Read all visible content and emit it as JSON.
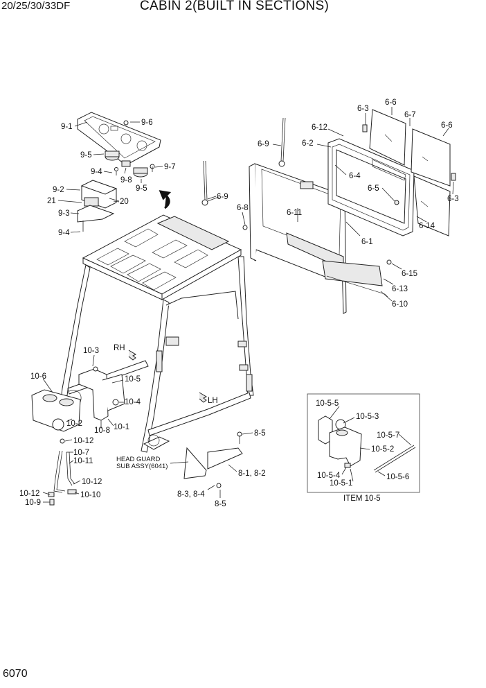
{
  "header": {
    "model": "20/25/30/33DF",
    "title": "CABIN 2(BUILT IN SECTIONS)"
  },
  "page_number": "6070",
  "labels": {
    "p9_1": "9-1",
    "p9_6": "9-6",
    "p9_5a": "9-5",
    "p9_4": "9-4",
    "p9_8": "9-8",
    "p9_7": "9-7",
    "p9_5b": "9-5",
    "p9_2": "9-2",
    "p21": "21",
    "p20": "20",
    "p9_3": "9-3",
    "p9_4b": "9-4",
    "p6_9a": "6-9",
    "p6_9b": "6-9",
    "p6_8": "6-8",
    "p6_12": "6-12",
    "p6_2": "6-2",
    "p6_3a": "6-3",
    "p6_6a": "6-6",
    "p6_7": "6-7",
    "p6_6b": "6-6",
    "p6_4": "6-4",
    "p6_5": "6-5",
    "p6_3b": "6-3",
    "p6_11": "6-11",
    "p6_14": "6-14",
    "p6_1": "6-1",
    "p6_15": "6-15",
    "p6_13": "6-13",
    "p6_10": "6-10",
    "p10_3": "10-3",
    "rh": "RH",
    "p10_6": "10-6",
    "p10_5": "10-5",
    "p10_4": "10-4",
    "p10_2": "10-2",
    "p10_8": "10-8",
    "p10_1": "10-1",
    "p10_12a": "10-12",
    "p10_7": "10-7",
    "p10_11": "10-11",
    "p10_12b": "10-12",
    "p10_12c": "10-12",
    "p10_10": "10-10",
    "p10_9": "10-9",
    "lh": "LH",
    "head_guard_1": "HEAD GUARD",
    "head_guard_2": "SUB ASSY(6041)",
    "p8_5a": "8-5",
    "p8_1": "8-1, 8-2",
    "p8_3": "8-3, 8-4",
    "p8_5b": "8-5",
    "p10_5_5": "10-5-5",
    "p10_5_3": "10-5-3",
    "p10_5_7": "10-5-7",
    "p10_5_2": "10-5-2",
    "p10_5_4": "10-5-4",
    "p10_5_1": "10-5-1",
    "p10_5_6": "10-5-6",
    "item_10_5": "ITEM 10-5"
  }
}
